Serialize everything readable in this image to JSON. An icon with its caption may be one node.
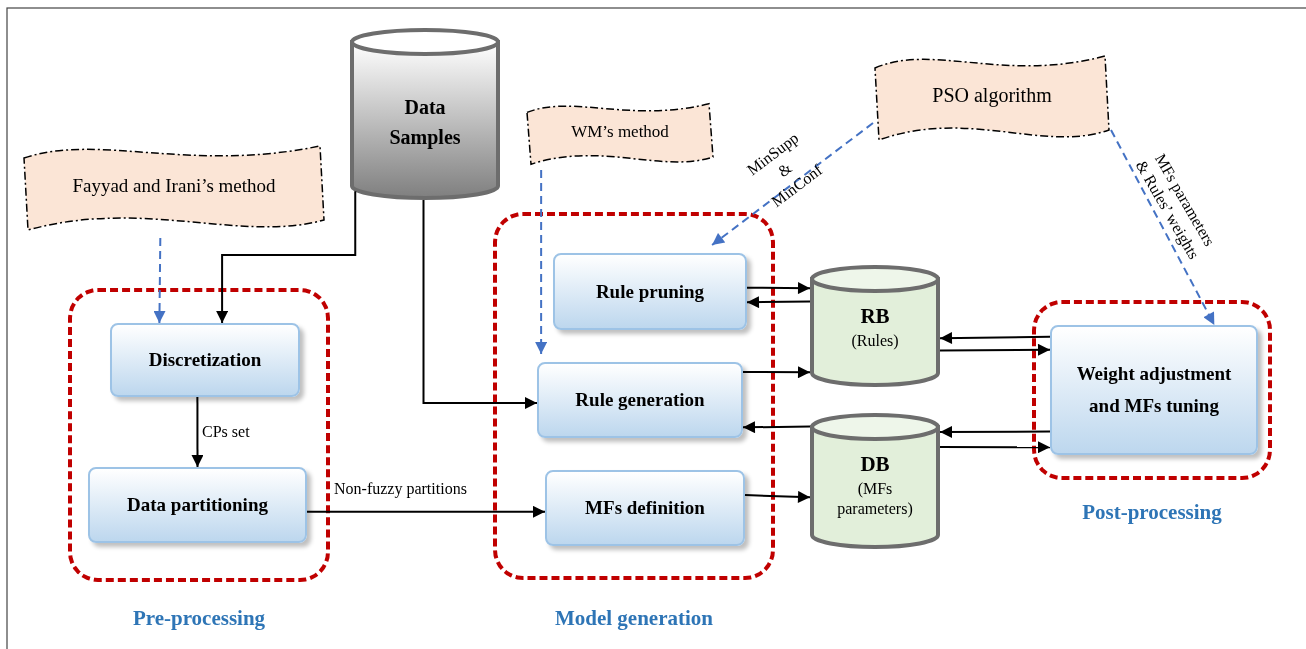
{
  "diagram": {
    "nodes": [
      {
        "text": [
          "Fayyad and Irani’s method"
        ]
      },
      {
        "text": [
          "Data Samples"
        ]
      },
      {
        "text": [
          "WM’s method"
        ]
      },
      {
        "text": [
          "PSO algorithm"
        ]
      },
      {
        "text": [
          "Pre-processing"
        ]
      },
      {
        "text": [
          "Discretization"
        ],
        "in": 4
      },
      {
        "text": [
          "Data partitioning"
        ],
        "in": 4
      },
      {
        "text": [
          "Model generation"
        ]
      },
      {
        "text": [
          "Rule pruning"
        ],
        "in": 7
      },
      {
        "text": [
          "Rule generation"
        ],
        "in": 7
      },
      {
        "text": [
          "MFs definition"
        ],
        "in": 7
      },
      {
        "text": [
          "RB",
          "(Rules)"
        ]
      },
      {
        "text": [
          "DB",
          "(MFs parameters)"
        ]
      },
      {
        "text": [
          "Post-processing"
        ]
      },
      {
        "text": [
          "Weight adjustment and MFs tuning"
        ],
        "in": 13
      }
    ],
    "edges": [
      {
        "from": 0,
        "to": 5,
        "arrow": "to",
        "style": "dashed",
        "color": "#4472c4"
      },
      {
        "from": 1,
        "to": 5,
        "arrow": "to"
      },
      {
        "from": 1,
        "to": 9,
        "arrow": "to"
      },
      {
        "from": 5,
        "to": 6,
        "arrow": "to",
        "label": "CPs set"
      },
      {
        "from": 6,
        "to": 10,
        "arrow": "to",
        "label": "Non-fuzzy partitions"
      },
      {
        "from": 2,
        "to": 9,
        "arrow": "to",
        "style": "dashed",
        "color": "#4472c4"
      },
      {
        "from": 3,
        "to": 8,
        "arrow": "to",
        "style": "dashed",
        "color": "#4472c4",
        "label": "MinSupp & MinConf"
      },
      {
        "from": 3,
        "to": 14,
        "arrow": "to",
        "style": "dashed",
        "color": "#4472c4",
        "label": "MFs parameters & Rules’ weights"
      },
      {
        "from": 8,
        "to": 11,
        "arrow": "to"
      },
      {
        "from": 11,
        "to": 8,
        "arrow": "to"
      },
      {
        "from": 9,
        "to": 11,
        "arrow": "to"
      },
      {
        "from": 12,
        "to": 9,
        "arrow": "to"
      },
      {
        "from": 10,
        "to": 12,
        "arrow": "to"
      },
      {
        "from": 14,
        "to": 11,
        "arrow": "to"
      },
      {
        "from": 11,
        "to": 14,
        "arrow": "to"
      },
      {
        "from": 14,
        "to": 12,
        "arrow": "to"
      },
      {
        "from": 12,
        "to": 14,
        "arrow": "to"
      }
    ]
  }
}
